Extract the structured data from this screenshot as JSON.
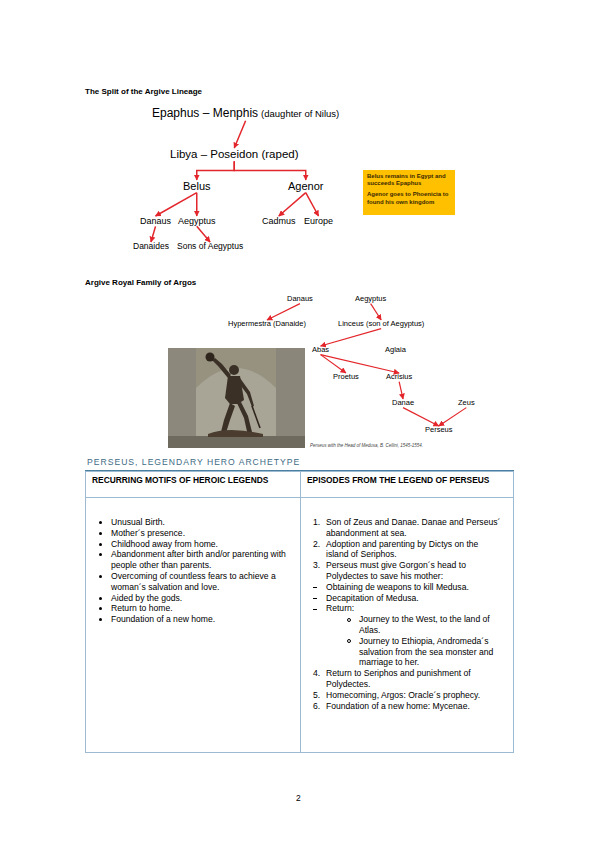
{
  "diagram": {
    "caption": "Perseus with the Head of Medusa, B. Cellini, 1545-1554.",
    "nodes": [
      {
        "text": [
          "Epaphus – Menphis",
          "(daughter of Nilus)"
        ]
      },
      {
        "text": [
          "Libya – Poseidon (raped)"
        ]
      },
      {
        "text": [
          "Belus"
        ]
      },
      {
        "text": [
          "Agenor"
        ]
      },
      {
        "text": [
          "Danaus"
        ]
      },
      {
        "text": [
          "Aegyptus"
        ]
      },
      {
        "text": [
          "Cadmus"
        ]
      },
      {
        "text": [
          "Europe"
        ]
      },
      {
        "text": [
          "Danaides"
        ]
      },
      {
        "text": [
          "Sons of Aegyptus"
        ]
      },
      {
        "text": [
          "Belus remains in Egypt and succeeds Epaphus",
          "Agenor goes to Phoenicia to found his own kingdom"
        ]
      },
      {
        "text": [
          "Danaus"
        ]
      },
      {
        "text": [
          "Aegyptus"
        ]
      },
      {
        "text": [
          "Hypermestra (Danaide)"
        ]
      },
      {
        "text": [
          "Linceus (son of Aegyptus)"
        ]
      },
      {
        "text": [
          "Abas"
        ]
      },
      {
        "text": [
          "Aglaia"
        ]
      },
      {
        "text": [
          "Proetus"
        ]
      },
      {
        "text": [
          "Acrisius"
        ]
      },
      {
        "text": [
          "Danae"
        ]
      },
      {
        "text": [
          "Zeus"
        ]
      },
      {
        "text": [
          "Perseus"
        ]
      }
    ],
    "edges": [
      {
        "from": 0,
        "to": 1,
        "arrow": "to"
      },
      {
        "from": 1,
        "to": 2,
        "arrow": "to"
      },
      {
        "from": 1,
        "to": 3,
        "arrow": "to"
      },
      {
        "from": 2,
        "to": 4,
        "arrow": "to"
      },
      {
        "from": 2,
        "to": 5,
        "arrow": "to"
      },
      {
        "from": 3,
        "to": 6,
        "arrow": "to"
      },
      {
        "from": 3,
        "to": 7,
        "arrow": "to"
      },
      {
        "from": 4,
        "to": 8,
        "arrow": "to"
      },
      {
        "from": 5,
        "to": 9,
        "arrow": "to"
      },
      {
        "from": 11,
        "to": 13,
        "arrow": "to"
      },
      {
        "from": 12,
        "to": 14,
        "arrow": "to"
      },
      {
        "from": 14,
        "to": 15,
        "arrow": "to"
      },
      {
        "from": 15,
        "to": 17,
        "arrow": "to"
      },
      {
        "from": 15,
        "to": 18,
        "arrow": "to"
      },
      {
        "from": 18,
        "to": 19,
        "arrow": "to"
      },
      {
        "from": 19,
        "to": 21,
        "arrow": "to"
      },
      {
        "from": 20,
        "to": 21,
        "arrow": "to"
      }
    ],
    "labels": [
      "The Split of the Argive Lineage",
      "Argive Royal Family of Argos",
      "PERSEUS, LEGENDARY HERO ARCHETYPE",
      "RECURRING MOTIFS OF HEROIC LEGENDS",
      "EPISODES FROM THE LEGEND OF PERSEUS",
      "Unusual Birth.",
      "Mother´s presence.",
      "Childhood away from home.",
      "Abandonment after birth and/or parenting with people other than parents.",
      "Overcoming of countless fears to achieve a woman´s salvation and love.",
      "Aided by the gods.",
      "Return to home.",
      "Foundation of a new home.",
      "1.",
      "Son of Zeus and Danae. Danae and Perseus´ abandonment at sea.",
      "2.",
      "Adoption and parenting by Dictys on the island of Seriphos.",
      "3.",
      "Perseus must give Gorgon´s head to Polydectes to save his mother:",
      "Obtaining de weapons to kill Medusa.",
      "Decapitation of Medusa.",
      "Return:",
      "Journey to the West, to the land of Atlas.",
      "Journey to Ethiopia, Andromeda´s salvation from the sea monster and marriage to her.",
      "4.",
      "Return to Seriphos and punishment of Polydectes.",
      "5.",
      "Homecoming, Argos: Oracle´s prophecy.",
      "6.",
      "Foundation of a new home: Mycenae.",
      "2"
    ]
  }
}
